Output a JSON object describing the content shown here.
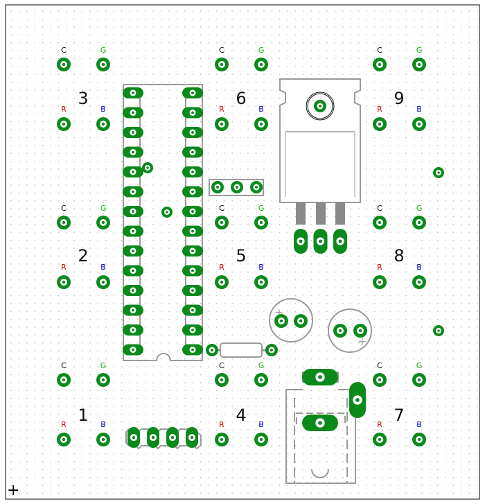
{
  "colors": {
    "pad": "#0b8a1c",
    "silk": "#9a9a9a",
    "grid": "#b5b5b5",
    "common_label": "#000000",
    "red_label": "#d40000",
    "green_label": "#10b010",
    "blue_label": "#0000c8",
    "number_label": "#111111"
  },
  "led_groups": [
    {
      "number": "1",
      "common": "C",
      "red": "R",
      "green": "G",
      "blue": "B"
    },
    {
      "number": "2",
      "common": "C",
      "red": "R",
      "green": "G",
      "blue": "B"
    },
    {
      "number": "3",
      "common": "C",
      "red": "R",
      "green": "G",
      "blue": "B"
    },
    {
      "number": "4",
      "common": "C",
      "red": "R",
      "green": "G",
      "blue": "B"
    },
    {
      "number": "5",
      "common": "C",
      "red": "R",
      "green": "G",
      "blue": "B"
    },
    {
      "number": "6",
      "common": "C",
      "red": "R",
      "green": "G",
      "blue": "B"
    },
    {
      "number": "7",
      "common": "C",
      "red": "R",
      "green": "G",
      "blue": "B"
    },
    {
      "number": "8",
      "common": "C",
      "red": "R",
      "green": "G",
      "blue": "B"
    },
    {
      "number": "9",
      "common": "C",
      "red": "R",
      "green": "G",
      "blue": "B"
    }
  ],
  "components": {
    "dip_ic": {
      "pins_per_side": 14
    },
    "pin_header_top": {
      "pins": 3
    },
    "pin_header_bottom": {
      "pins": 4
    },
    "regulator": {
      "leads": 3
    },
    "capacitor_left_polarity": "+",
    "capacitor_right_polarity": "+"
  },
  "origin_marker": "+"
}
